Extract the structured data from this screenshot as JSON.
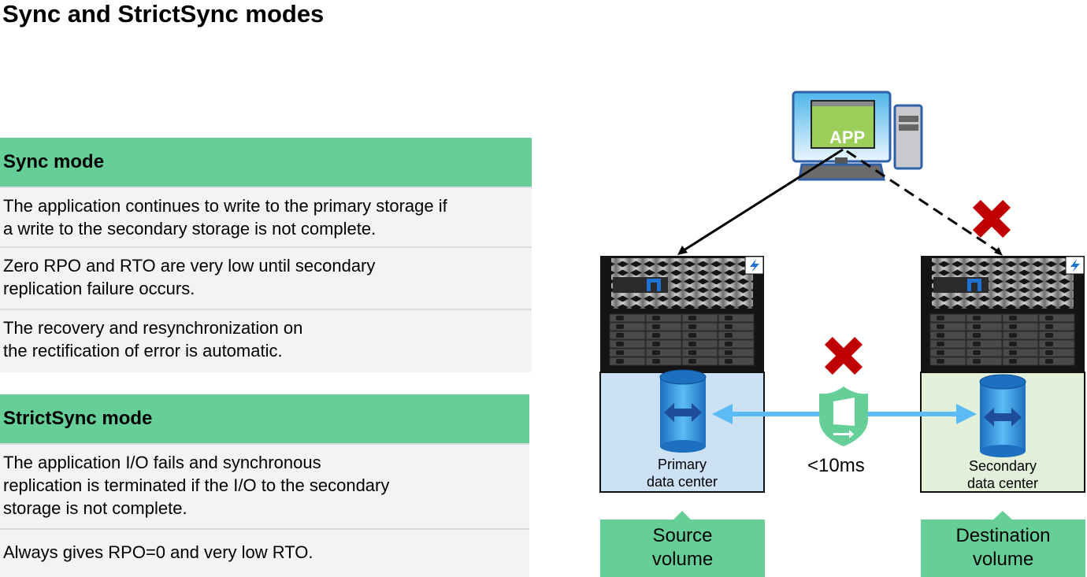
{
  "page": {
    "title": "Sync and StrictSync modes"
  },
  "sync_mode": {
    "heading": "Sync mode",
    "points": [
      "The application continues to write to the primary storage if a write to the secondary storage is not complete.",
      "Zero RPO and RTO are very low until secondary replication failure occurs.",
      "The recovery and resynchronization on the rectification of error is automatic."
    ],
    "lines": [
      [
        "The application continues to write to the primary storage if",
        "a write to the secondary storage is not complete."
      ],
      [
        "Zero RPO and RTO are very low until secondary",
        "replication failure occurs."
      ],
      [
        "The recovery and resynchronization on",
        "the rectification of error is automatic."
      ]
    ]
  },
  "strictsync_mode": {
    "heading": "StrictSync mode",
    "lines": [
      [
        "The application I/O fails and synchronous",
        "replication is terminated if the I/O to the secondary",
        "storage is not complete."
      ],
      [
        "Always gives RPO=0 and very low RTO."
      ]
    ]
  },
  "diagram": {
    "host": {
      "app_label": "APP",
      "icon": "computer-icon"
    },
    "primary": {
      "label_line1": "Primary",
      "label_line2": "data center",
      "callout_line1": "Source",
      "callout_line2": "volume"
    },
    "secondary": {
      "label_line1": "Secondary",
      "label_line2": "data center",
      "callout_line1": "Destination",
      "callout_line2": "volume"
    },
    "link": {
      "latency": "<10ms",
      "icon": "shield-icon",
      "status_icon": "failure-x-icon"
    },
    "host_to_secondary": {
      "status_icon": "failure-x-icon",
      "style": "dashed"
    },
    "host_to_primary": {
      "style": "solid"
    }
  },
  "colors": {
    "accent_green": "#66cf97",
    "row_bg": "#f3f3f3",
    "failure_red": "#c00000",
    "link_blue": "#5bbcf5",
    "primary_bg": "#cde1f5",
    "secondary_bg": "#e2f0da"
  }
}
